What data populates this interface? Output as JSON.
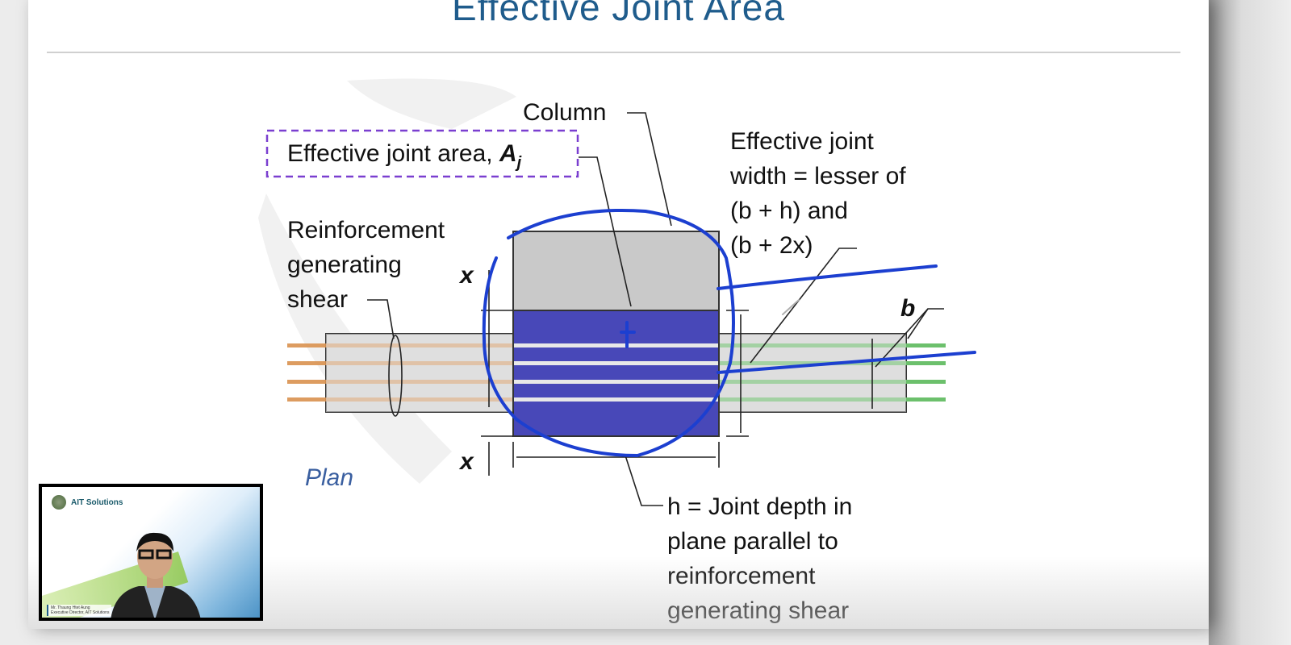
{
  "slide": {
    "title": "Effective Joint Area",
    "labels": {
      "column": "Column",
      "effective_area": "Effective joint area, ",
      "effective_area_symbol": "A",
      "effective_area_sub": "j",
      "reinforcement_1": "Reinforcement",
      "reinforcement_2": "generating",
      "reinforcement_3": "shear",
      "width_1": "Effective joint",
      "width_2": "width = lesser of",
      "width_3": "(b + h) and",
      "width_4": "(b + 2x)",
      "b": "b",
      "x_top": "x",
      "x_bottom": "x",
      "plan": "Plan",
      "h_1": "h = Joint depth in",
      "h_2": "plane parallel to",
      "h_3": "reinforcement",
      "h_4": "generating shear"
    },
    "colors": {
      "joint_area": "#4848b8",
      "annotation": "#1c3fd0",
      "title": "#1f5c8c",
      "left_bars": "#d9914f",
      "right_bars": "#6cc06c"
    }
  },
  "webcam": {
    "brand": "AIT Solutions",
    "name": "Mr. Thaung Htet Aung",
    "role": "Executive Director, AIT Solutions"
  }
}
